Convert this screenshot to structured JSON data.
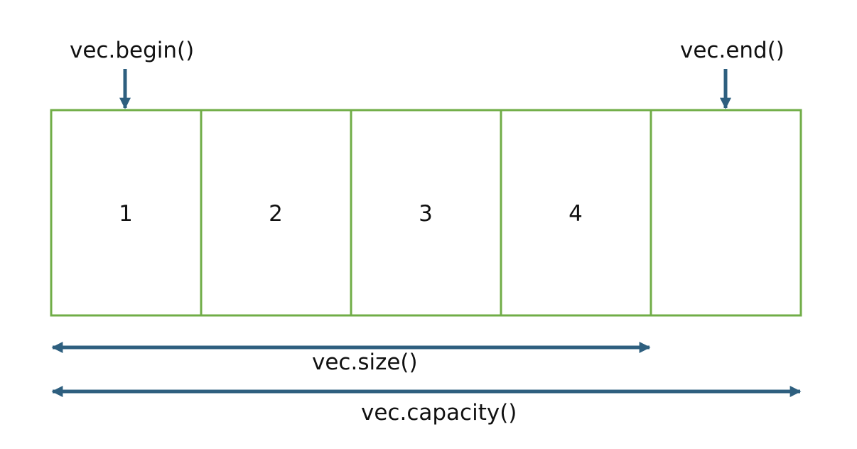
{
  "diagram": {
    "cells": [
      "1",
      "2",
      "3",
      "4",
      ""
    ],
    "labels": {
      "begin": "vec.begin()",
      "end": "vec.end()",
      "size": "vec.size()",
      "capacity": "vec.capacity()"
    },
    "colors": {
      "cell_border": "#70AD47",
      "arrow": "#2E5F7F",
      "text": "#111111"
    }
  }
}
